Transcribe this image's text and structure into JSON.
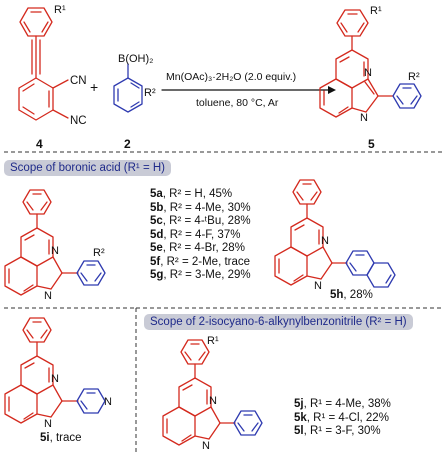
{
  "reaction": {
    "reactant1_label": "4",
    "reactant2_label": "2",
    "product_label": "5",
    "plus": "+",
    "r1": "R¹",
    "r2": "R²",
    "cn": "CN",
    "nc": "NC",
    "boronic": "B(OH)₂",
    "reagent": "Mn(OAc)₃·2H₂O (2.0 equiv.)",
    "conditions": "toluene, 80 °C, Ar",
    "n_atom": "N"
  },
  "section1": {
    "header": "Scope of boronic acid (R¹ = H)",
    "yields": [
      {
        "id": "5a",
        "text": ", R² = H, 45%"
      },
      {
        "id": "5b",
        "text": ", R² = 4-Me, 30%"
      },
      {
        "id": "5c",
        "text": ", R² = 4-ᵗBu, 28%"
      },
      {
        "id": "5d",
        "text": ", R² = 4-F, 37%"
      },
      {
        "id": "5e",
        "text": ", R² = 4-Br, 28%"
      },
      {
        "id": "5f",
        "text": ", R² = 2-Me, trace"
      },
      {
        "id": "5g",
        "text": ", R² = 3-Me, 29%"
      }
    ],
    "h_label": "5h",
    "h_yield": ", 28%",
    "i_label": "5i",
    "i_yield": ", trace"
  },
  "section2": {
    "header": "Scope of 2-isocyano-6-alkynylbenzonitrile (R² = H)",
    "yields": [
      {
        "id": "5j",
        "text": ", R¹ = 4-Me, 38%"
      },
      {
        "id": "5k",
        "text": ", R¹ = 4-Cl, 22%"
      },
      {
        "id": "5l",
        "text": ", R¹ = 3-F, 30%"
      }
    ]
  },
  "colors": {
    "red": "#d42a1e",
    "blue": "#2f3bb0",
    "header_bg": "#c9cbd6",
    "header_text": "#1f2a8a"
  }
}
